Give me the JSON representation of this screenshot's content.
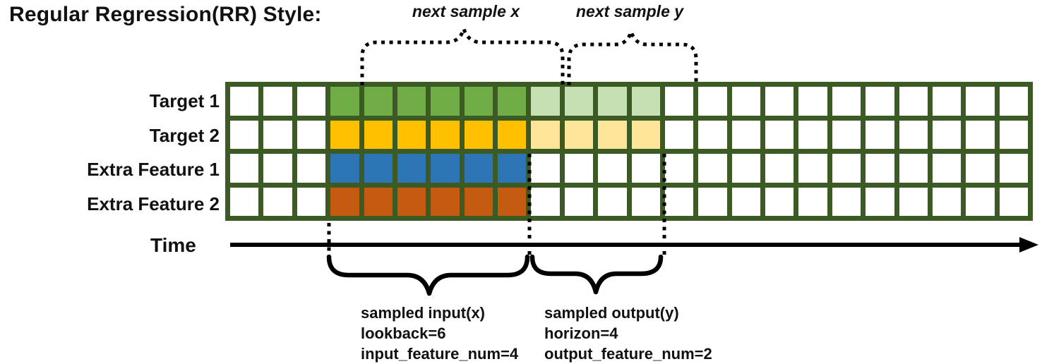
{
  "title": "Regular Regression(RR) Style:",
  "top_annotations": {
    "next_x": "next sample x",
    "next_y": "next sample y"
  },
  "grid": {
    "columns": 24,
    "border_color": "#3C5A24",
    "rows": [
      {
        "label": "Target 1",
        "solid_color": "#70AD47",
        "light_color": "#C6E0B4",
        "solid_range": [
          3,
          9
        ],
        "light_range": [
          9,
          13
        ]
      },
      {
        "label": "Target 2",
        "solid_color": "#FFC000",
        "light_color": "#FFE599",
        "solid_range": [
          3,
          9
        ],
        "light_range": [
          9,
          13
        ]
      },
      {
        "label": "Extra Feature 1",
        "solid_color": "#2E75B6",
        "light_color": null,
        "solid_range": [
          3,
          9
        ],
        "light_range": null
      },
      {
        "label": "Extra Feature 2",
        "solid_color": "#C55A11",
        "light_color": null,
        "solid_range": [
          3,
          9
        ],
        "light_range": null
      }
    ]
  },
  "time_axis": {
    "label": "Time"
  },
  "bottom_annotations": {
    "input": {
      "lines": [
        "sampled input(x)",
        "lookback=6",
        "input_feature_num=4"
      ]
    },
    "output": {
      "lines": [
        "sampled output(y)",
        "horizon=4",
        "output_feature_num=2"
      ]
    }
  },
  "annotation_color": "#000000"
}
